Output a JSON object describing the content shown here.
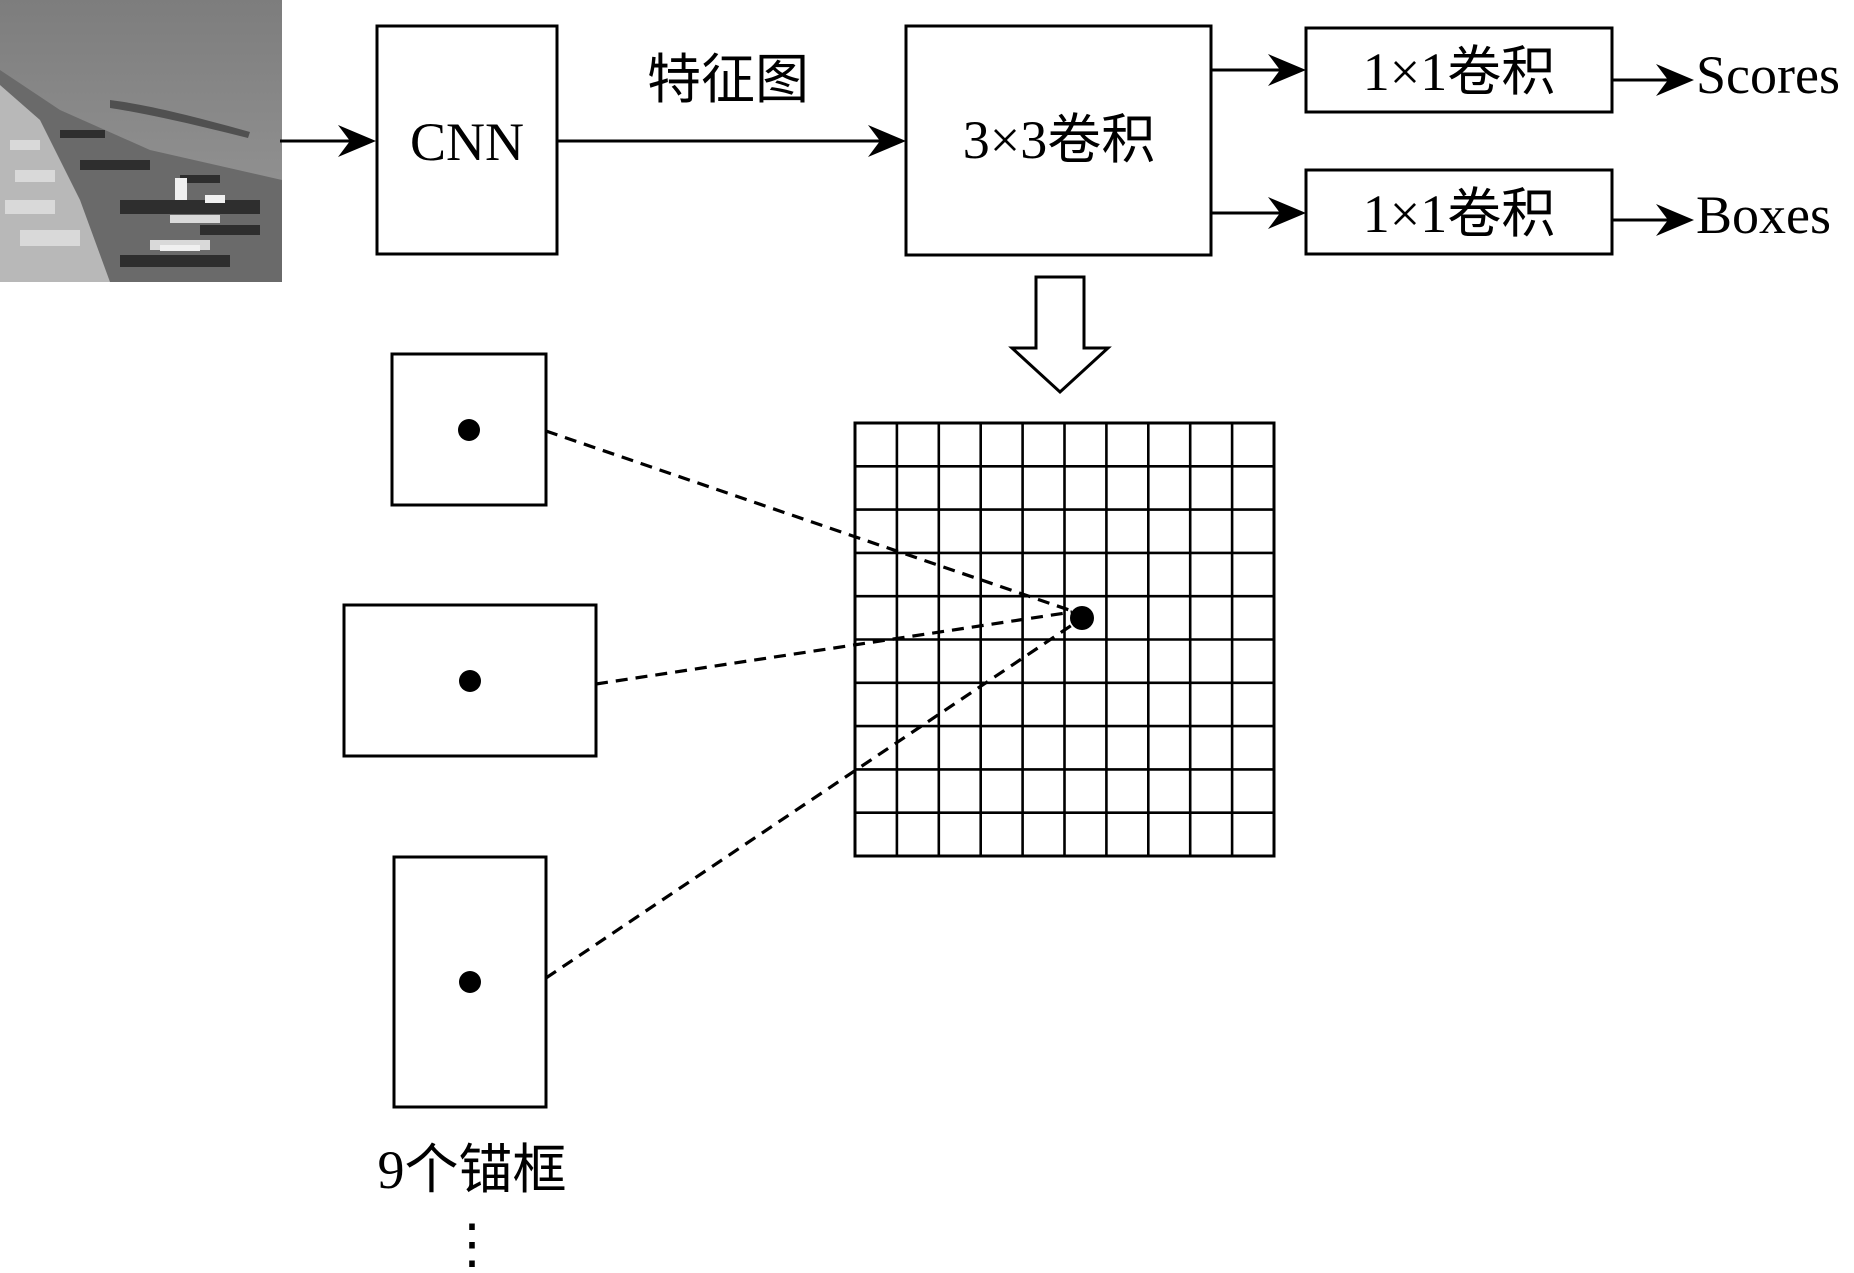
{
  "nodes": {
    "cnn": "CNN",
    "conv3x3": "3×3卷积",
    "conv1x1_scores": "1×1卷积",
    "conv1x1_boxes": "1×1卷积"
  },
  "edges": {
    "feature_map": "特征图",
    "scores": "Scores",
    "boxes": "Boxes"
  },
  "anchors": {
    "caption": "9个锚框",
    "continuation": "⋮"
  },
  "grid": {
    "rows": 10,
    "cols": 10
  },
  "input_image": {
    "icon": "harbor-aerial-photo-icon",
    "tone": "grayscale"
  }
}
